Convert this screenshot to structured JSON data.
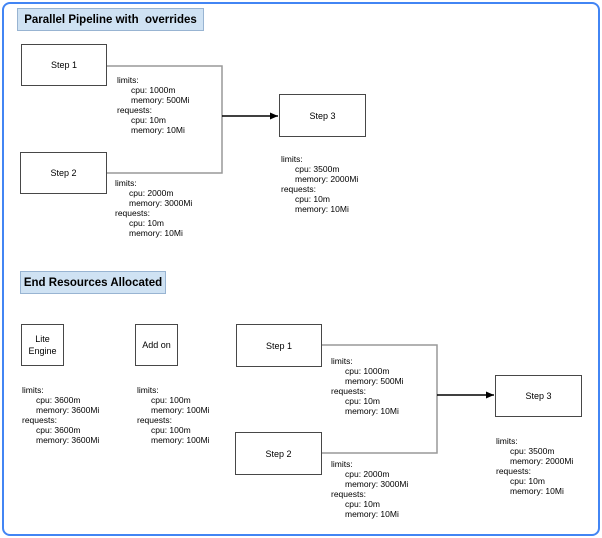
{
  "colors": {
    "frame_border": "#4285f4",
    "title_fill": "#cfe2f3",
    "title_border": "#98b4d2",
    "node_border": "#474747",
    "connector": "#999999",
    "arrow": "#000000"
  },
  "top_section": {
    "title": "Parallel Pipeline with  overrides",
    "step1": {
      "label": "Step 1"
    },
    "step2": {
      "label": "Step 2"
    },
    "step3": {
      "label": "Step 3"
    },
    "step1_resources": {
      "limits_label": "limits:",
      "limits_cpu": "cpu: 1000m",
      "limits_memory": "memory: 500Mi",
      "requests_label": "requests:",
      "requests_cpu": "cpu: 10m",
      "requests_memory": "memory: 10Mi"
    },
    "step2_resources": {
      "limits_label": "limits:",
      "limits_cpu": "cpu: 2000m",
      "limits_memory": "memory: 3000Mi",
      "requests_label": "requests:",
      "requests_cpu": "cpu: 10m",
      "requests_memory": "memory: 10Mi"
    },
    "step3_resources": {
      "limits_label": "limits:",
      "limits_cpu": "cpu: 3500m",
      "limits_memory": "memory: 2000Mi",
      "requests_label": "requests:",
      "requests_cpu": "cpu: 10m",
      "requests_memory": "memory: 10Mi"
    }
  },
  "bottom_section": {
    "title": "End Resources Allocated",
    "lite_engine": {
      "label": "Lite Engine"
    },
    "addon": {
      "label": "Add on"
    },
    "step1": {
      "label": "Step 1"
    },
    "step2": {
      "label": "Step 2"
    },
    "step3": {
      "label": "Step 3"
    },
    "lite_engine_resources": {
      "limits_label": "limits:",
      "limits_cpu": "cpu: 3600m",
      "limits_memory": "memory: 3600Mi",
      "requests_label": "requests:",
      "requests_cpu": "cpu: 3600m",
      "requests_memory": "memory: 3600Mi"
    },
    "addon_resources": {
      "limits_label": "limits:",
      "limits_cpu": "cpu: 100m",
      "limits_memory": "memory: 100Mi",
      "requests_label": "requests:",
      "requests_cpu": "cpu: 100m",
      "requests_memory": "memory: 100Mi"
    },
    "step1_resources": {
      "limits_label": "limits:",
      "limits_cpu": "cpu: 1000m",
      "limits_memory": "memory: 500Mi",
      "requests_label": "requests:",
      "requests_cpu": "cpu: 10m",
      "requests_memory": "memory: 10Mi"
    },
    "step2_resources": {
      "limits_label": "limits:",
      "limits_cpu": "cpu: 2000m",
      "limits_memory": "memory: 3000Mi",
      "requests_label": "requests:",
      "requests_cpu": "cpu: 10m",
      "requests_memory": "memory: 10Mi"
    },
    "step3_resources": {
      "limits_label": "limits:",
      "limits_cpu": "cpu: 3500m",
      "limits_memory": "memory: 2000Mi",
      "requests_label": "requests:",
      "requests_cpu": "cpu: 10m",
      "requests_memory": "memory: 10Mi"
    }
  }
}
